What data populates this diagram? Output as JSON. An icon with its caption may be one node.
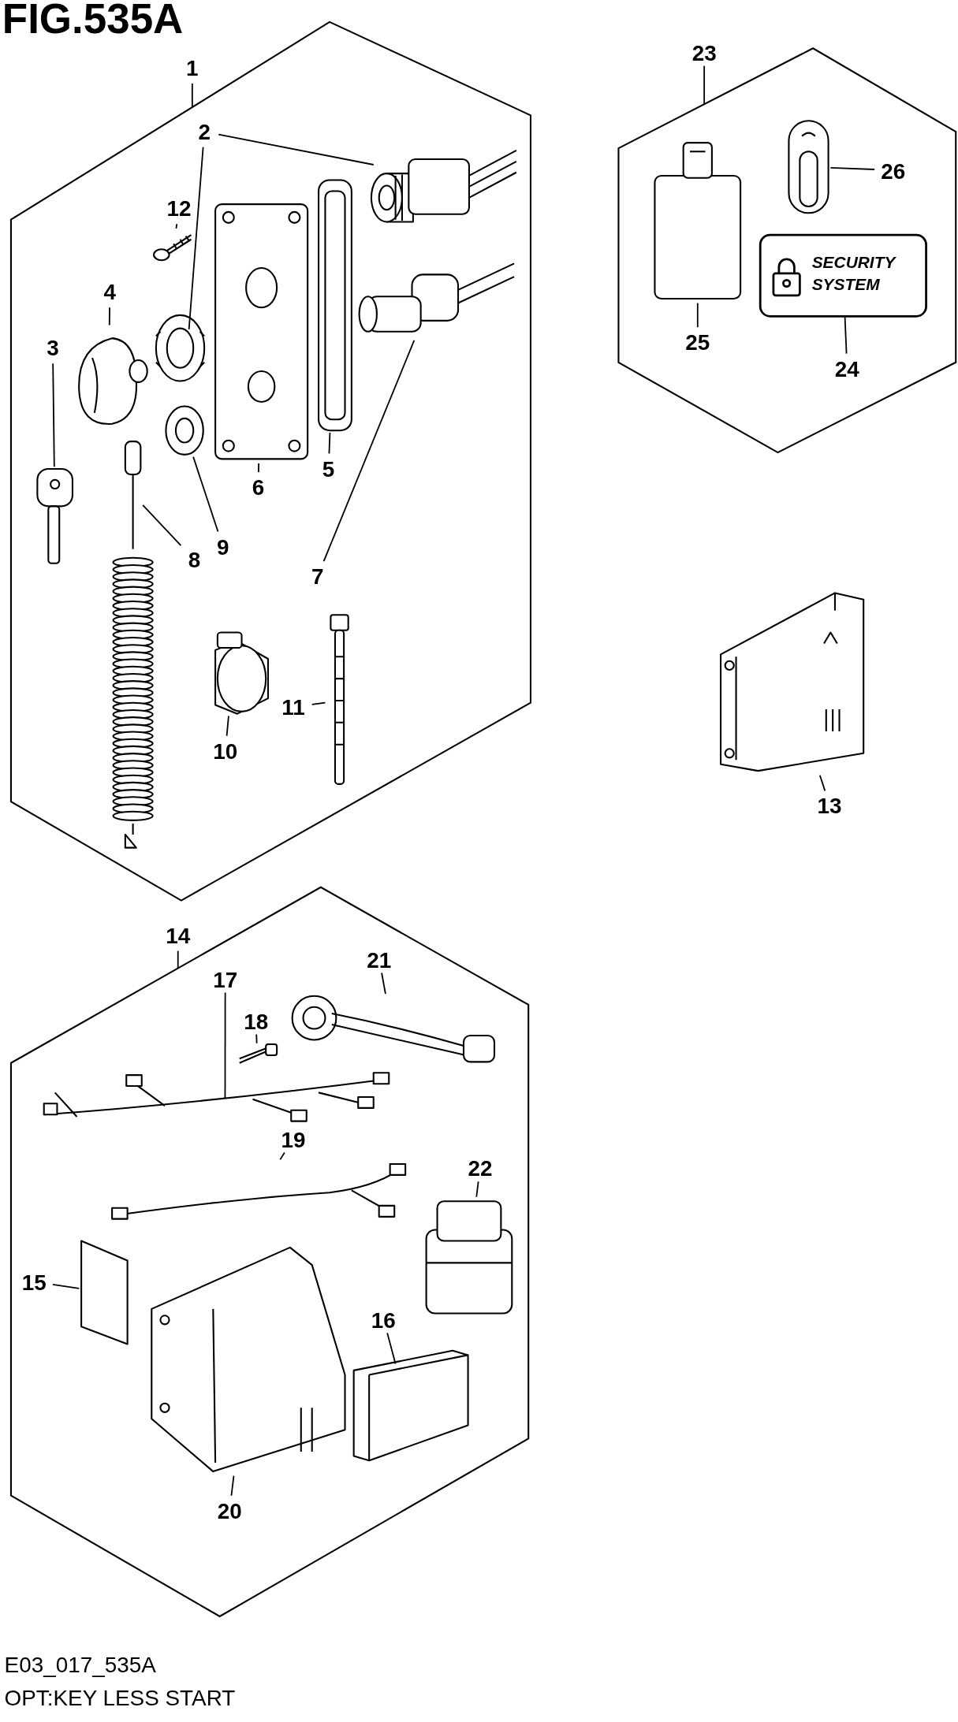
{
  "diagram": {
    "title": "FIG.535A",
    "nodes": [
      {
        "text": [],
        "shape": "box"
      },
      {
        "text": [
          "1"
        ]
      },
      {
        "text": [
          "2"
        ],
        "in": 0
      },
      {
        "text": [],
        "shape": "picture",
        "in": 0
      },
      {
        "text": [
          "12"
        ],
        "in": 0
      },
      {
        "text": [],
        "shape": "picture",
        "in": 0
      },
      {
        "text": [],
        "shape": "picture",
        "in": 0
      },
      {
        "text": [
          "3"
        ],
        "in": 0
      },
      {
        "text": [
          "4"
        ],
        "in": 0
      },
      {
        "text": [],
        "shape": "picture",
        "in": 0
      },
      {
        "text": [],
        "shape": "picture",
        "in": 0
      },
      {
        "text": [],
        "shape": "picture",
        "in": 0
      },
      {
        "text": [],
        "shape": "picture",
        "in": 0
      },
      {
        "text": [],
        "shape": "picture",
        "in": 0
      },
      {
        "text": [],
        "shape": "picture",
        "in": 0
      },
      {
        "text": [],
        "shape": "picture",
        "in": 0
      },
      {
        "text": [
          "6"
        ],
        "in": 0
      },
      {
        "text": [
          "5"
        ],
        "in": 0
      },
      {
        "text": [
          "9"
        ],
        "in": 0
      },
      {
        "text": [
          "8"
        ],
        "in": 0
      },
      {
        "text": [
          "7"
        ],
        "in": 0
      },
      {
        "text": [],
        "shape": "picture",
        "in": 0
      },
      {
        "text": [],
        "shape": "picture",
        "in": 0
      },
      {
        "text": [
          "11"
        ],
        "in": 0
      },
      {
        "text": [
          "10"
        ],
        "in": 0
      },
      {
        "text": [],
        "shape": "box"
      },
      {
        "text": [
          "23"
        ]
      },
      {
        "text": [],
        "shape": "box",
        "in": 25
      },
      {
        "text": [],
        "shape": "picture",
        "in": 25
      },
      {
        "text": [
          "26"
        ],
        "in": 25
      },
      {
        "text": [
          "SECURITY SYSTEM"
        ],
        "in": 25
      },
      {
        "text": [
          "25"
        ],
        "in": 25
      },
      {
        "text": [
          "24"
        ],
        "in": 25
      },
      {
        "text": [],
        "shape": "picture"
      },
      {
        "text": [
          "13"
        ]
      },
      {
        "text": [],
        "shape": "box"
      },
      {
        "text": [
          "14"
        ]
      },
      {
        "text": [
          "17"
        ],
        "in": 35
      },
      {
        "text": [
          "21"
        ],
        "in": 35
      },
      {
        "text": [],
        "shape": "picture",
        "in": 35
      },
      {
        "text": [
          "18"
        ],
        "in": 35
      },
      {
        "text": [],
        "shape": "picture",
        "in": 35
      },
      {
        "text": [],
        "shape": "picture",
        "in": 35
      },
      {
        "text": [
          "19"
        ],
        "in": 35
      },
      {
        "text": [],
        "shape": "picture",
        "in": 35
      },
      {
        "text": [
          "22"
        ],
        "in": 35
      },
      {
        "text": [],
        "shape": "picture",
        "in": 35
      },
      {
        "text": [],
        "shape": "box",
        "in": 35
      },
      {
        "text": [
          "15"
        ],
        "in": 35
      },
      {
        "text": [],
        "shape": "picture",
        "in": 35
      },
      {
        "text": [
          "16"
        ],
        "in": 35
      },
      {
        "text": [],
        "shape": "picture",
        "in": 35
      },
      {
        "text": [
          "20"
        ],
        "in": 35
      }
    ],
    "edges": [
      {
        "from": 1,
        "to": 0,
        "arrow": "none"
      },
      {
        "from": 2,
        "to": 3,
        "arrow": "none"
      },
      {
        "from": 2,
        "to": 9,
        "arrow": "none"
      },
      {
        "from": 4,
        "to": 5,
        "arrow": "none"
      },
      {
        "from": 7,
        "to": 13,
        "arrow": "none"
      },
      {
        "from": 8,
        "to": 10,
        "arrow": "none"
      },
      {
        "from": 16,
        "to": 11,
        "arrow": "none"
      },
      {
        "from": 17,
        "to": 12,
        "arrow": "none"
      },
      {
        "from": 18,
        "to": 14,
        "arrow": "none"
      },
      {
        "from": 19,
        "to": 15,
        "arrow": "none"
      },
      {
        "from": 20,
        "to": 6,
        "arrow": "none"
      },
      {
        "from": 24,
        "to": 21,
        "arrow": "none"
      },
      {
        "from": 23,
        "to": 22,
        "arrow": "none"
      },
      {
        "from": 26,
        "to": 25,
        "arrow": "none"
      },
      {
        "from": 29,
        "to": 28,
        "arrow": "none"
      },
      {
        "from": 31,
        "to": 27,
        "arrow": "none"
      },
      {
        "from": 32,
        "to": 30,
        "arrow": "none"
      },
      {
        "from": 34,
        "to": 33,
        "arrow": "none"
      },
      {
        "from": 36,
        "to": 35,
        "arrow": "none"
      },
      {
        "from": 37,
        "to": 42,
        "arrow": "none"
      },
      {
        "from": 38,
        "to": 39,
        "arrow": "none"
      },
      {
        "from": 40,
        "to": 41,
        "arrow": "none"
      },
      {
        "from": 43,
        "to": 44,
        "arrow": "none"
      },
      {
        "from": 45,
        "to": 46,
        "arrow": "none"
      },
      {
        "from": 48,
        "to": 47,
        "arrow": "none"
      },
      {
        "from": 50,
        "to": 51,
        "arrow": "none"
      },
      {
        "from": 52,
        "to": 49,
        "arrow": "none"
      }
    ],
    "labels": [
      "E03_017_535A",
      "OPT:KEY LESS START"
    ]
  }
}
